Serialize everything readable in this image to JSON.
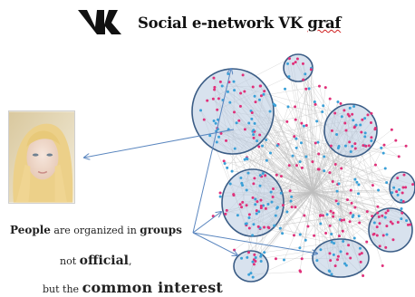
{
  "header": {
    "title_main": "Social e-network VK ",
    "title_underlined": "graf",
    "logo": "vk-logo"
  },
  "caption": {
    "line1": {
      "w1": "People",
      "w2": " are organized in ",
      "w3": "groups"
    },
    "line2": {
      "w1": "not ",
      "w2": "official",
      "w3": ","
    },
    "line3": {
      "w1": "but the ",
      "w2": "common interest"
    }
  },
  "colors": {
    "node_pink": "#e0307a",
    "node_blue": "#3aa0d8",
    "edge": "#bdbdbd",
    "cluster_fill": "#b8cbe0",
    "cluster_stroke": "#3b5d86",
    "arrow": "#5a86bf"
  }
}
